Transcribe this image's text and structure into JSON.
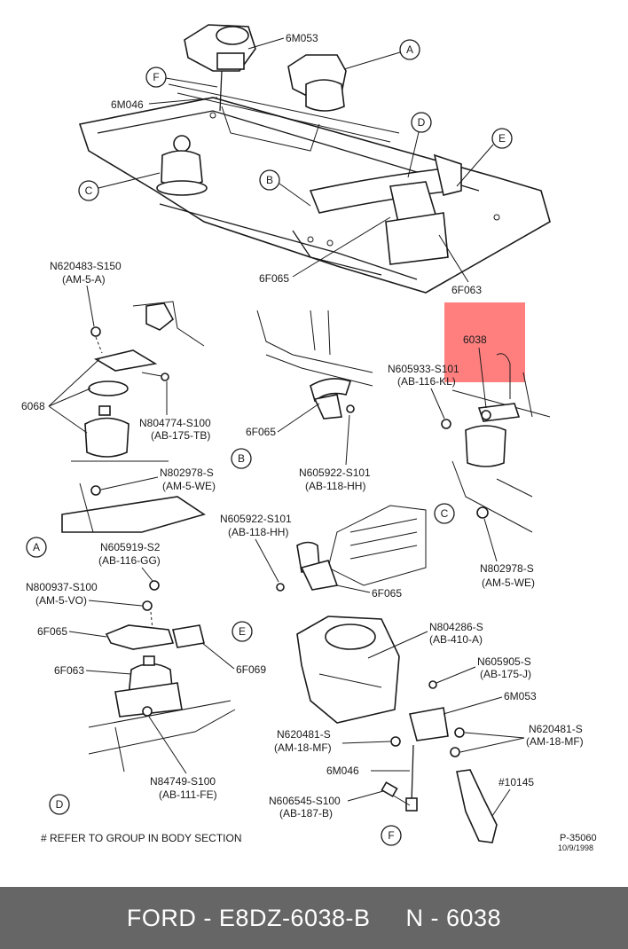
{
  "callouts": {
    "top": {
      "A": "A",
      "B": "B",
      "C": "C",
      "D": "D",
      "E": "E",
      "F": "F",
      "p6M053": "6M053",
      "p6M046": "6M046",
      "p6F065": "6F065",
      "p6F063": "6F063"
    },
    "detail_a": {
      "n620483_1": "N620483-S150",
      "n620483_2": "(AM-5-A)",
      "p6068": "6068",
      "n804774_1": "N804774-S100",
      "n804774_2": "(AB-175-TB)",
      "n802978_1": "N802978-S",
      "n802978_2": "(AM-5-WE)",
      "circle": "A"
    },
    "detail_b": {
      "p6F065": "6F065",
      "n605922_1": "N605922-S101",
      "n605922_2": "(AB-118-HH)",
      "circle": "B"
    },
    "detail_c": {
      "p6038": "6038",
      "n605933_1": "N605933-S101",
      "n605933_2": "(AB-116-KL)",
      "n802978_1": "N802978-S",
      "n802978_2": "(AM-5-WE)",
      "circle": "C"
    },
    "detail_e": {
      "n605922_1": "N605922-S101",
      "n605922_2": "(AB-118-HH)",
      "p6F065": "6F065",
      "circle": "E"
    },
    "detail_d": {
      "n605919_1": "N605919-S2",
      "n605919_2": "(AB-116-GG)",
      "n800937_1": "N800937-S100",
      "n800937_2": "(AM-5-VO)",
      "p6F065": "6F065",
      "p6F063": "6F063",
      "p6F069": "6F069",
      "n84749_1": "N84749-S100",
      "n84749_2": "(AB-111-FE)",
      "circle": "D"
    },
    "detail_f": {
      "n804286_1": "N804286-S",
      "n804286_2": "(AB-410-A)",
      "n605905_1": "N605905-S",
      "n605905_2": "(AB-175-J)",
      "p6M053": "6M053",
      "n620481r_1": "N620481-S",
      "n620481r_2": "(AM-18-MF)",
      "n620481l_1": "N620481-S",
      "n620481l_2": "(AM-18-MF)",
      "p6M046": "6M046",
      "p10145": "#10145",
      "n606545_1": "N606545-S100",
      "n606545_2": "(AB-187-B)",
      "circle": "F"
    }
  },
  "note": "# REFER TO GROUP IN BODY SECTION",
  "ref_number": "P-35060",
  "ref_date": "10/9/1998",
  "highlight_color": "#ff7f7f",
  "footer": {
    "brand": "FORD",
    "part_number": "E8DZ-6038-B",
    "code": "N - 6038"
  }
}
